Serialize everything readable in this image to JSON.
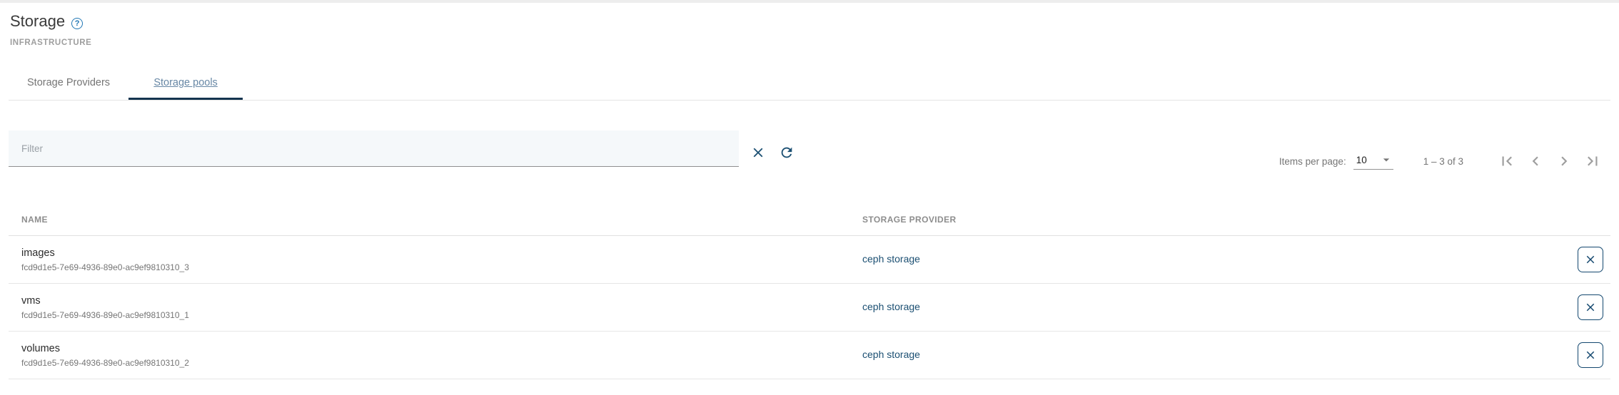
{
  "page": {
    "title": "Storage",
    "section_label": "INFRASTRUCTURE",
    "help_icon_glyph": "?"
  },
  "tabs": [
    {
      "label": "Storage Providers",
      "active": false
    },
    {
      "label": "Storage pools",
      "active": true
    }
  ],
  "toolbar": {
    "filter_placeholder": "Filter",
    "filter_value": "",
    "clear_icon": "close-icon",
    "refresh_icon": "refresh-icon"
  },
  "paginator": {
    "items_per_page_label": "Items per page:",
    "items_per_page_value": "10",
    "range_label": "1 – 3 of 3",
    "nav": [
      "first-page",
      "previous-page",
      "next-page",
      "last-page"
    ],
    "nav_disabled": true
  },
  "table": {
    "columns": [
      "NAME",
      "STORAGE PROVIDER"
    ],
    "rows": [
      {
        "name": "images",
        "id": "fcd9d1e5-7e69-4936-89e0-ac9ef9810310_3",
        "provider": "ceph storage"
      },
      {
        "name": "vms",
        "id": "fcd9d1e5-7e69-4936-89e0-ac9ef9810310_1",
        "provider": "ceph storage"
      },
      {
        "name": "volumes",
        "id": "fcd9d1e5-7e69-4936-89e0-ac9ef9810310_2",
        "provider": "ceph storage"
      }
    ]
  },
  "colors": {
    "accent_navy": "#1b4f72",
    "tab_indicator": "#14344f",
    "active_tab_text": "#6787a5",
    "link": "#1b4f72",
    "help_icon_blue": "#2076b4",
    "muted_text": "#757575",
    "column_header_text": "#8d8d8d",
    "filter_background": "#f5f8fa",
    "row_border": "#e6e6e6"
  }
}
